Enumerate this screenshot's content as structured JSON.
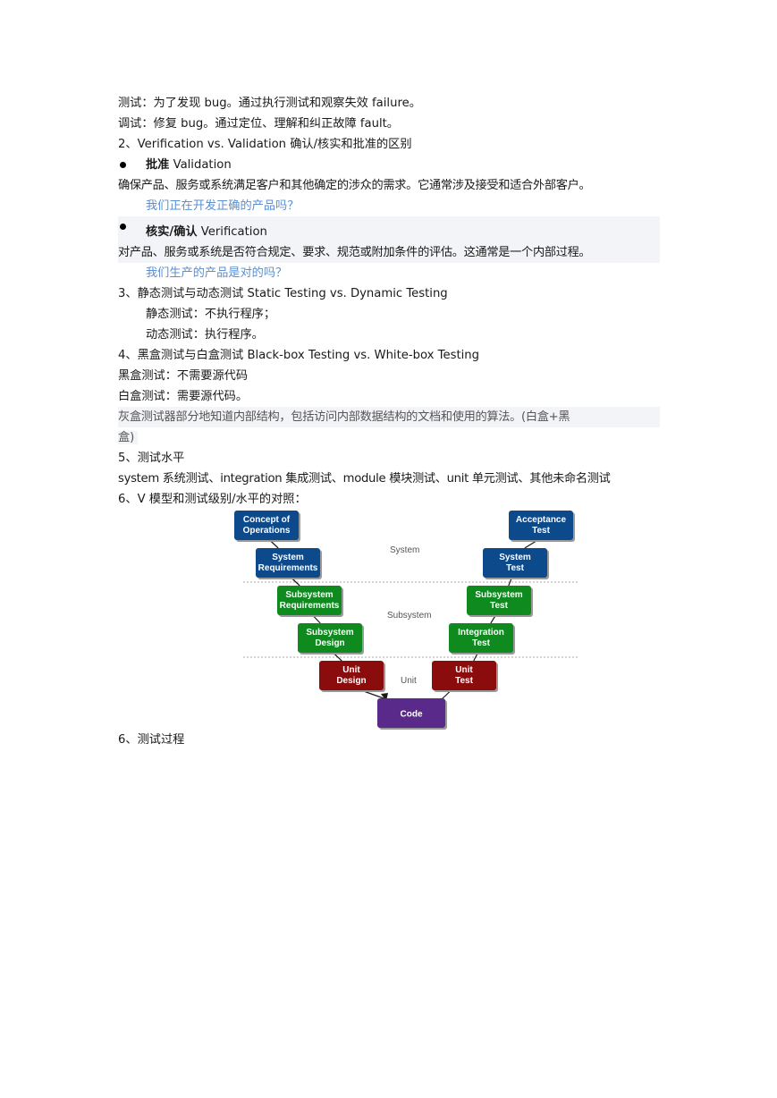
{
  "lines": {
    "l1": "测试：为了发现 bug。通过执行测试和观察失效 failure。",
    "l2": "调试：修复 bug。通过定位、理解和纠正故障 fault。",
    "l3": "2、Verification vs. Validation 确认/核实和批准的区别",
    "l4_bold": "批准",
    "l4_rest": " Validation",
    "l5": "确保产品、服务或系统满足客户和其他确定的涉众的需求。它通常涉及接受和适合外部客户。",
    "l6": "我们正在开发正确的产品吗？",
    "l7_bold": "核实/确认",
    "l7_rest": " Verification",
    "l8": "对产品、服务或系统是否符合规定、要求、规范或附加条件的评估。这通常是一个内部过程。",
    "l9": "我们生产的产品是对的吗？",
    "l10": "3、静态测试与动态测试 Static Testing vs. Dynamic Testing",
    "l11": "静态测试：不执行程序；",
    "l12": "动态测试：执行程序。",
    "l13": "4、黑盒测试与白盒测试  Black-box Testing vs. White-box Testing",
    "l14": "黑盒测试：不需要源代码",
    "l15": "白盒测试：需要源代码。",
    "l16a": "灰盒测试器部分地知道内部结构，包括访问内部数据结构的文档和使用的算法。(白盒+黑",
    "l16b": "盒)",
    "l17": "5、测试水平",
    "l18": "system 系统测试、integration 集成测试、module 模块测试、unit 单元测试、其他未命名测试",
    "l19": "6、V 模型和测试级别/水平的对照：",
    "l20": "6、测试过程"
  },
  "diagram": {
    "levels": [
      "System",
      "Subsystem",
      "Unit"
    ],
    "left_boxes": [
      {
        "l1": "Concept of",
        "l2": "Operations"
      },
      {
        "l1": "System",
        "l2": "Requirements"
      },
      {
        "l1": "Subsystem",
        "l2": "Requirements"
      },
      {
        "l1": "Subsystem",
        "l2": "Design"
      },
      {
        "l1": "Unit",
        "l2": "Design"
      }
    ],
    "right_boxes": [
      {
        "l1": "Acceptance",
        "l2": "Test"
      },
      {
        "l1": "System",
        "l2": "Test"
      },
      {
        "l1": "Subsystem",
        "l2": "Test"
      },
      {
        "l1": "Integration",
        "l2": "Test"
      },
      {
        "l1": "Unit",
        "l2": "Test"
      }
    ],
    "bottom_box": "Code",
    "colors": {
      "blue": "#0d4a8c",
      "green": "#0f8a1e",
      "red": "#8a0c0c",
      "purple": "#5a2a8a"
    }
  }
}
